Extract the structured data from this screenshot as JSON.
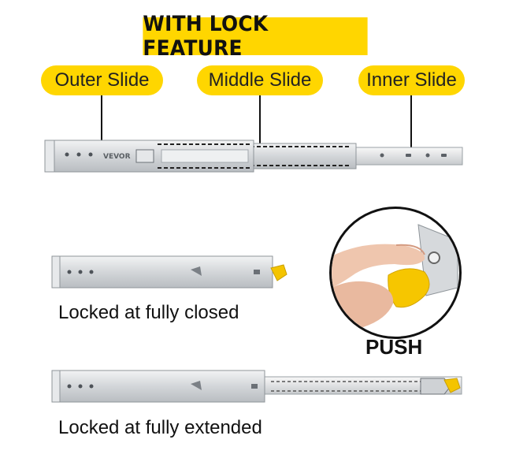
{
  "title": "WITH LOCK FEATURE",
  "labels": {
    "outer": "Outer Slide",
    "middle": "Middle Slide",
    "inner": "Inner Slide"
  },
  "captions": {
    "closed": "Locked at fully closed",
    "extended": "Locked at fully extended"
  },
  "push": "PUSH",
  "brand_text": "VEVOR",
  "colors": {
    "accent_yellow": "#ffd600",
    "metal": "#d9dcdf",
    "text": "#111111"
  },
  "icons": [
    "hand-press-icon",
    "lock-lever-icon"
  ]
}
